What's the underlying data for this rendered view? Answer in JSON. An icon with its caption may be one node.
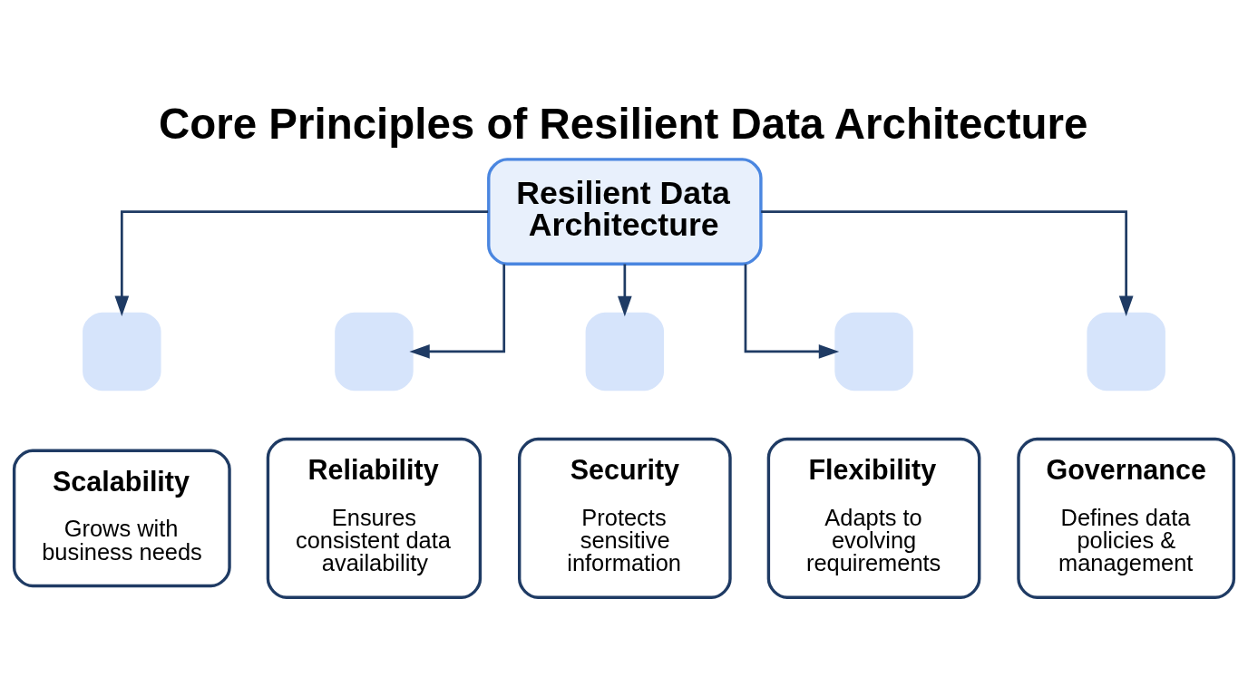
{
  "diagram": {
    "title": "Core Principles of Resilient Data Architecture",
    "nodes": [
      {
        "text": [
          "Resilient Data Architecture"
        ]
      },
      {
        "text": [],
        "shape": "box"
      },
      {
        "text": [],
        "shape": "box"
      },
      {
        "text": [],
        "shape": "box"
      },
      {
        "text": [],
        "shape": "box"
      },
      {
        "text": [],
        "shape": "box"
      },
      {
        "text": [
          "Scalability",
          "Grows with business needs"
        ]
      },
      {
        "text": [
          "Reliability",
          "Ensures consistent data availability"
        ]
      },
      {
        "text": [
          "Security",
          "Protects sensitive information"
        ]
      },
      {
        "text": [
          "Flexibility",
          "Adapts to evolving requirements"
        ]
      },
      {
        "text": [
          "Governance",
          "Defines data policies & management"
        ]
      }
    ],
    "edges": [
      {
        "from": 0,
        "to": 1,
        "arrow": "to"
      },
      {
        "from": 0,
        "to": 2,
        "arrow": "to"
      },
      {
        "from": 0,
        "to": 3,
        "arrow": "to"
      },
      {
        "from": 0,
        "to": 4,
        "arrow": "to"
      },
      {
        "from": 0,
        "to": 5,
        "arrow": "to"
      }
    ]
  }
}
